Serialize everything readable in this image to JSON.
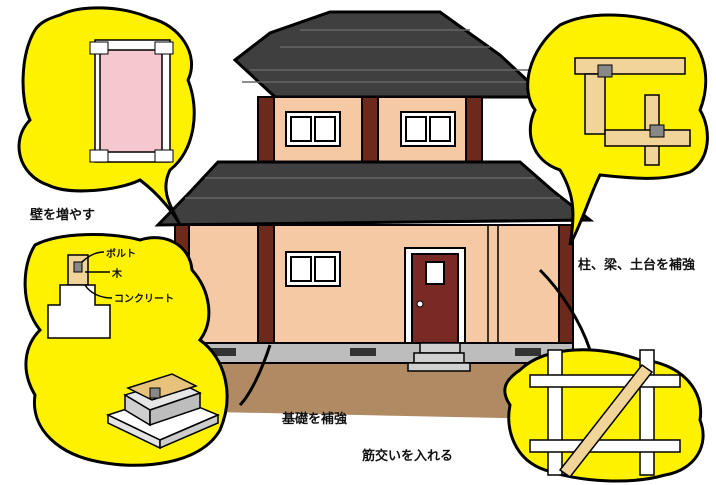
{
  "labels": {
    "wall": "壁を増やす",
    "pillar": "柱、梁、土台を補強",
    "foundation": "基礎を補強",
    "brace": "筋交いを入れる",
    "bolt": "ボルト",
    "wood": "木",
    "concrete": "コンクリート"
  }
}
